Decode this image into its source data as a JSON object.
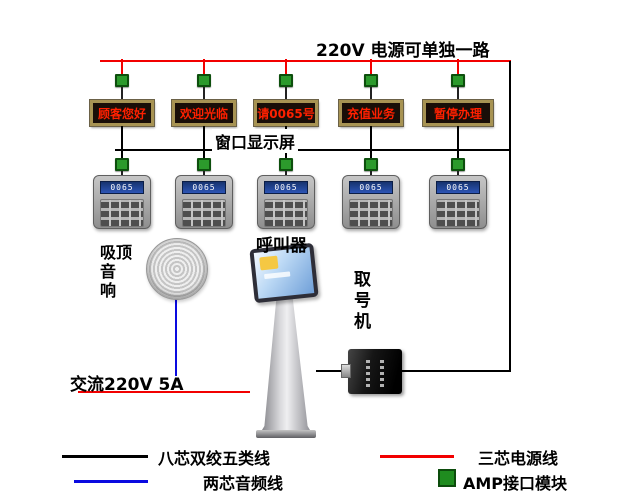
{
  "diagram": {
    "top_power_label": "220V 电源可单独一路",
    "displays": [
      "顾客您好",
      "欢迎光临",
      "请0065号",
      "充值业务",
      "暂停办理"
    ],
    "display_caption": "窗口显示屏",
    "caller_label": "呼叫器",
    "caller_lcd": "0065",
    "speaker_label_lines": [
      "吸顶",
      "音",
      "响"
    ],
    "kiosk_label_chars": [
      "取",
      "号",
      "机"
    ],
    "ac_power_label": "交流220V 5A",
    "legend": {
      "cat5_label": "八芯双绞五类线",
      "power_label": "三芯电源线",
      "audio_label": "两芯音频线",
      "amp_label": "AMP接口模块"
    },
    "colors": {
      "power_line": "#f20000",
      "data_line": "#000000",
      "audio_line": "#0a0ae0",
      "amp_connector": "#2c9a2c"
    }
  }
}
